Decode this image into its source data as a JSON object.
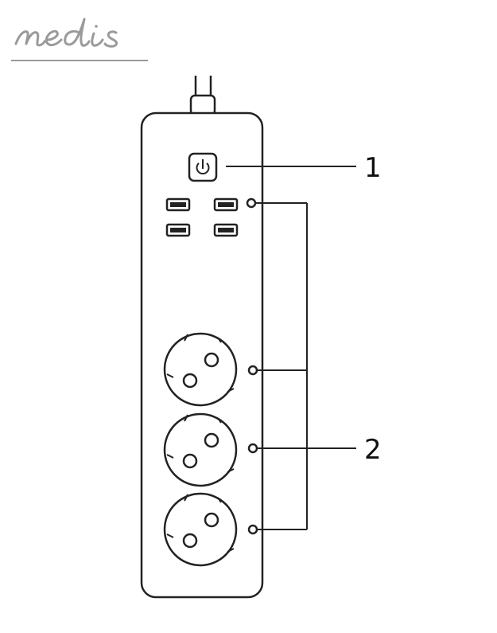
{
  "brand": {
    "name": "nedis"
  },
  "callouts": [
    {
      "number": "1"
    },
    {
      "number": "2"
    }
  ],
  "colors": {
    "line": "#222222",
    "logo": "#9a9a9a"
  },
  "icons": [
    "power-icon"
  ]
}
